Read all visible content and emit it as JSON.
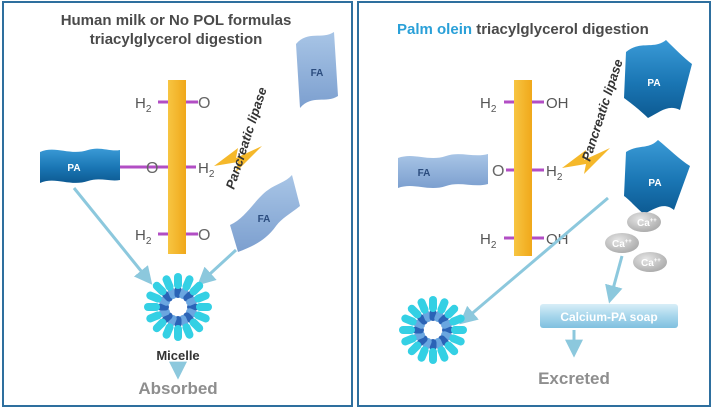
{
  "left_panel": {
    "title_line1": "Human milk or No POL formulas",
    "title_line2": "triacylglycerol digestion",
    "h2_top": "H",
    "h2_mid": "H",
    "h2_bot": "H",
    "h2_sub": "2",
    "o_top": "O",
    "o_mid": "O",
    "o_bot": "O",
    "enzyme_label": "Pancreatic lipase",
    "fa_top": "FA",
    "fa_bottom": "FA",
    "pa_left": "PA",
    "micelle_label": "Micelle",
    "result": "Absorbed"
  },
  "right_panel": {
    "title_highlight": "Palm olein",
    "title_rest": " triacylglycerol digestion",
    "h2_top": "H",
    "h2_mid": "H",
    "h2_bot": "H",
    "h2_sub": "2",
    "oh_top": "OH",
    "oh_bot": "OH",
    "o_mid": "O",
    "enzyme_label": "Pancreatic lipase",
    "fa_left": "FA",
    "pa_top": "PA",
    "pa_mid": "PA",
    "ca1": "Ca",
    "ca2": "Ca",
    "ca3": "Ca",
    "ca_charge": "++",
    "soap_label": "Calcium-PA soap",
    "result": "Excreted"
  },
  "colors": {
    "frame": "#2e6f9e",
    "title_highlight": "#2aa0d8",
    "glycerol": "#f5b82a",
    "bond": "#b24ec4",
    "fa_ribbon": "#8fb2d9",
    "pa_ribbon": "#1a76b4",
    "arrow": "#8cc8dd",
    "lightning": "#f5b82a",
    "calcium": "#c4c4c4",
    "micelle_cyan": "#34d0e4",
    "micelle_blue": "#2b63b6",
    "result_text": "#8e8e8e"
  }
}
